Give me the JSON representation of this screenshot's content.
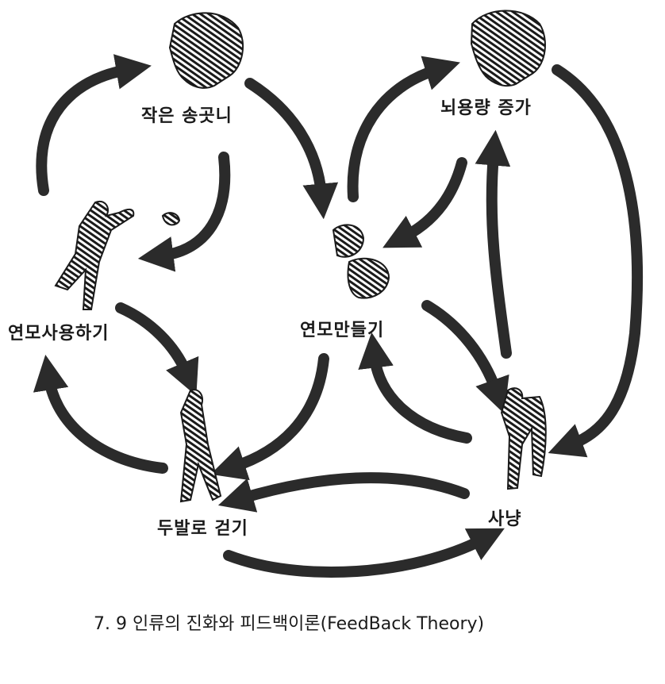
{
  "nodes": {
    "small_canine": "작은 송곳니",
    "brain_increase": "뇌용량 증가",
    "tool_use": "연모사용하기",
    "tool_making": "연모만들기",
    "bipedal": "두발로 걷기",
    "hunting": "사냥"
  },
  "caption": "7. 9  인류의 진화와 피드백이론(FeedBack Theory)",
  "colors": {
    "arrow": "#2b2b2b",
    "text": "#1a1a1a"
  }
}
